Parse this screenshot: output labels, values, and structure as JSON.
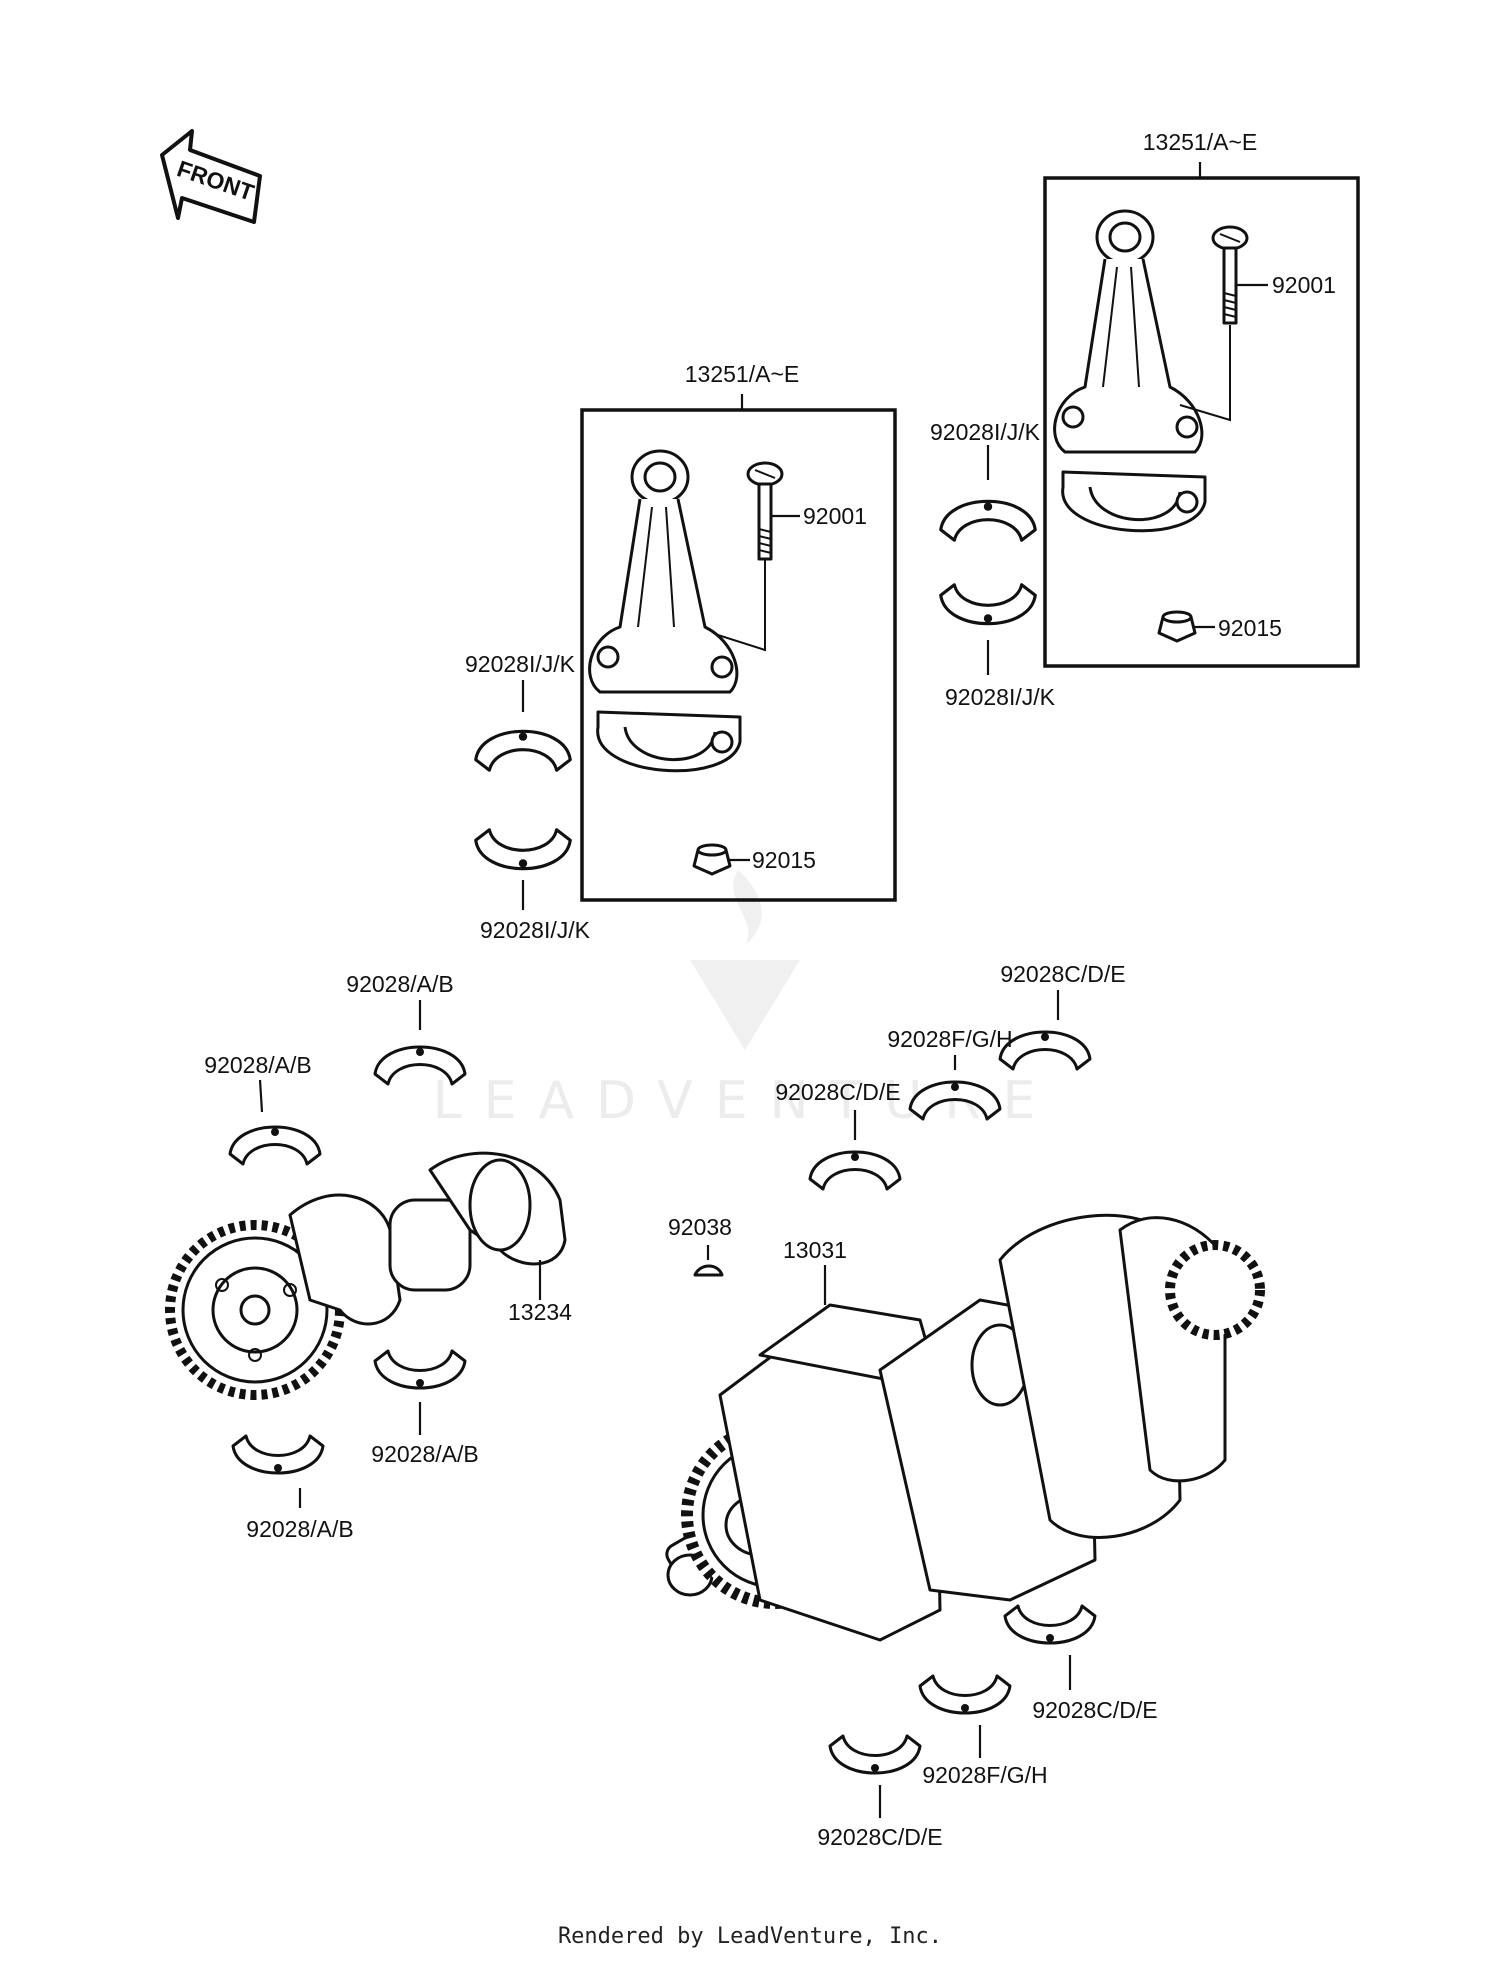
{
  "front_label": "FRONT",
  "watermark": "LEADVENTURE",
  "footer": "Rendered by LeadVenture, Inc.",
  "labels": {
    "assy_right": "13251/A~E",
    "bolt_right": "92001",
    "nut_right": "92015",
    "bear_ru": "92028I/J/K",
    "bear_rl": "92028I/J/K",
    "assy_left": "13251/A~E",
    "bolt_left": "92001",
    "nut_left": "92015",
    "bear_lu": "92028I/J/K",
    "bear_ll": "92028I/J/K",
    "bal_b1": "92028/A/B",
    "bal_b2": "92028/A/B",
    "balancer": "13234",
    "bal_b3": "92028/A/B",
    "bal_b4": "92028/A/B",
    "key": "92038",
    "crankshaft": "13031",
    "crk_top1": "92028C/D/E",
    "crk_top2": "92028F/G/H",
    "crk_top3": "92028C/D/E",
    "crk_bot1": "92028C/D/E",
    "crk_bot2": "92028F/G/H",
    "crk_bot3": "92028C/D/E"
  }
}
